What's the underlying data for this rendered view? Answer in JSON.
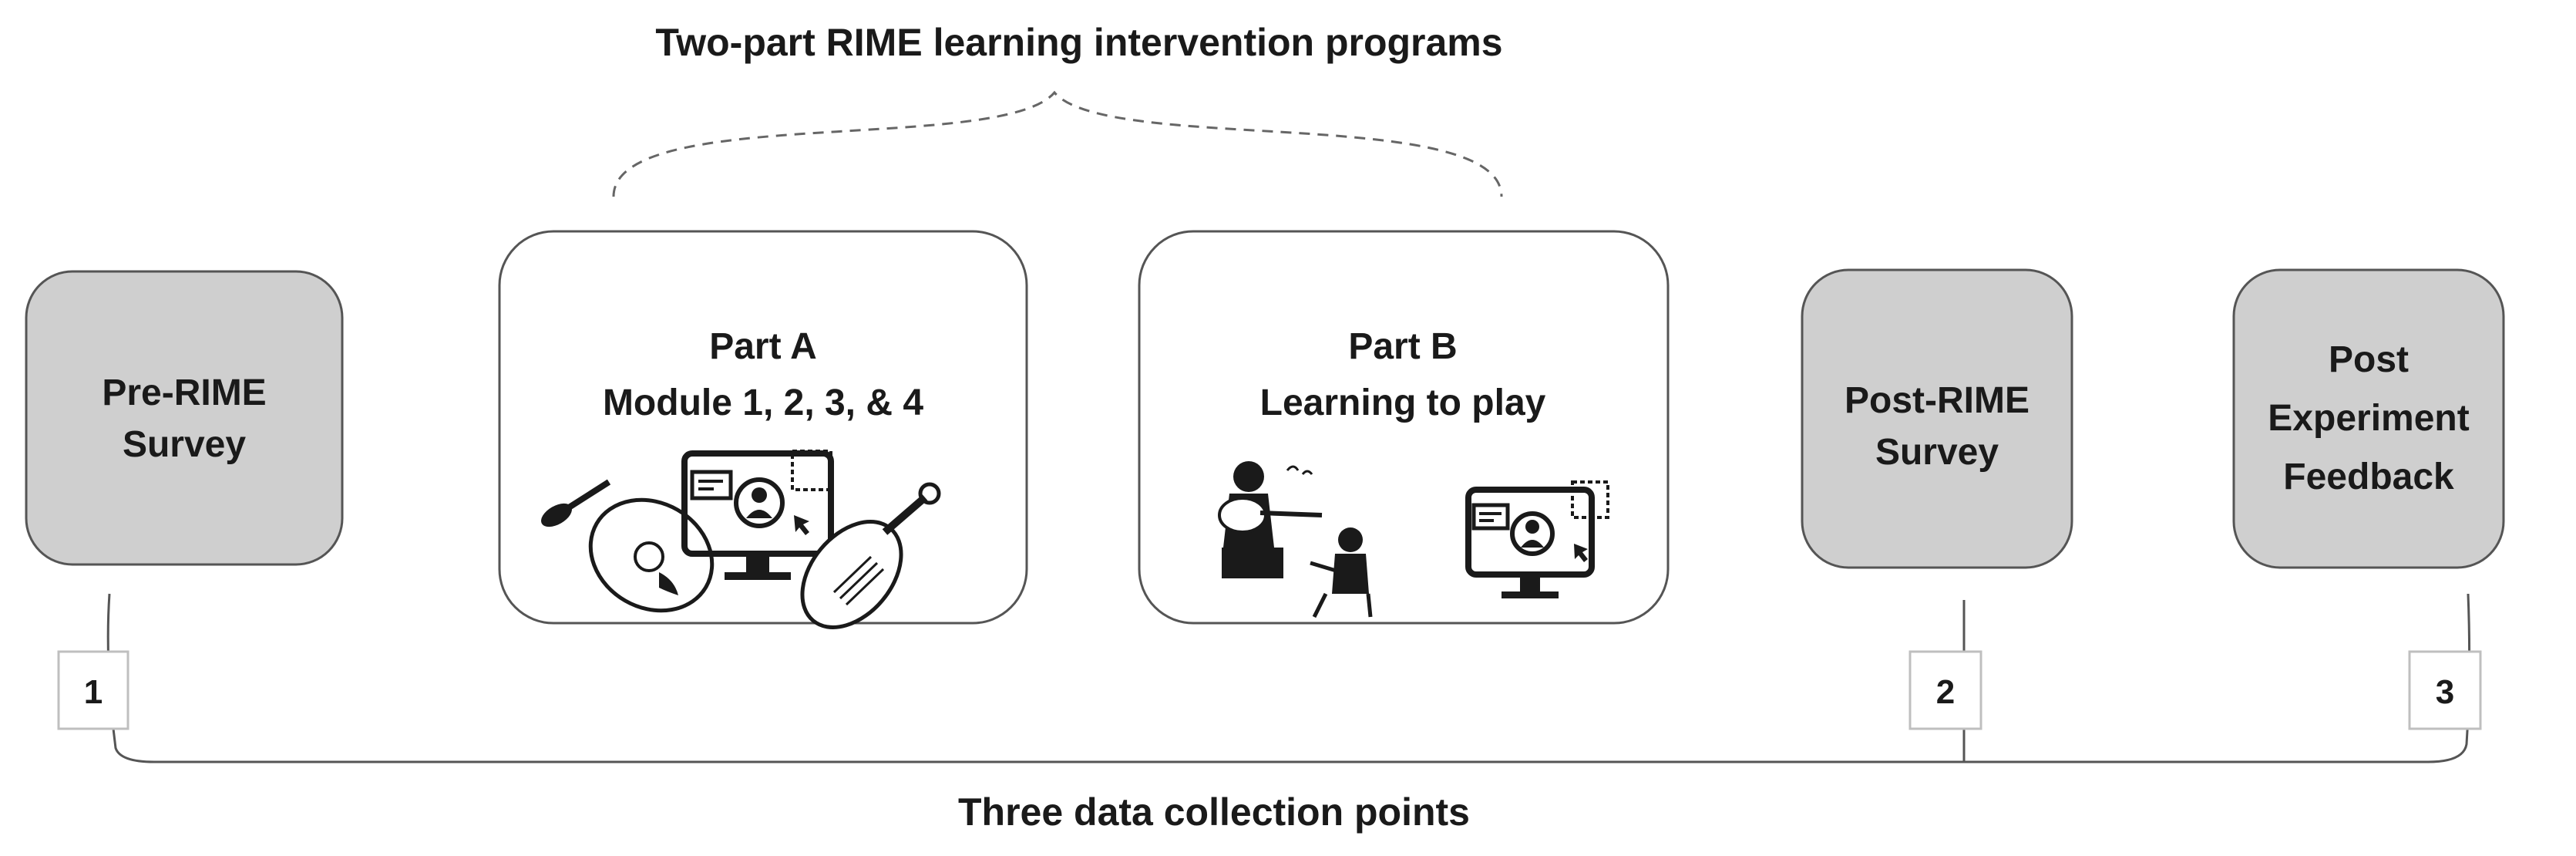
{
  "colors": {
    "gray_box": "#cfcfcf",
    "white_box": "#ffffff",
    "stroke": "#555555",
    "icon_dark": "#1a1a1a"
  },
  "title": "Two-part RIME learning intervention programs",
  "footer": "Three data collection points",
  "boxes": {
    "pre_survey": {
      "lines": [
        "Pre-RIME",
        "Survey"
      ]
    },
    "part_a": {
      "lines": [
        "Part A",
        "Module 1, 2, 3, & 4"
      ]
    },
    "part_b": {
      "lines": [
        "Part B",
        "Learning to play"
      ]
    },
    "post_survey": {
      "lines": [
        "Post-RIME",
        "Survey"
      ]
    },
    "post_feedback": {
      "lines": [
        "Post",
        "Experiment",
        "Feedback"
      ]
    }
  },
  "collection_points": [
    "1",
    "2",
    "3"
  ],
  "icons": {
    "part_a": [
      "oud-icon",
      "computer-user-icon",
      "pipa-icon"
    ],
    "part_b": [
      "guitar-teacher-student-icon",
      "computer-user-icon"
    ]
  }
}
